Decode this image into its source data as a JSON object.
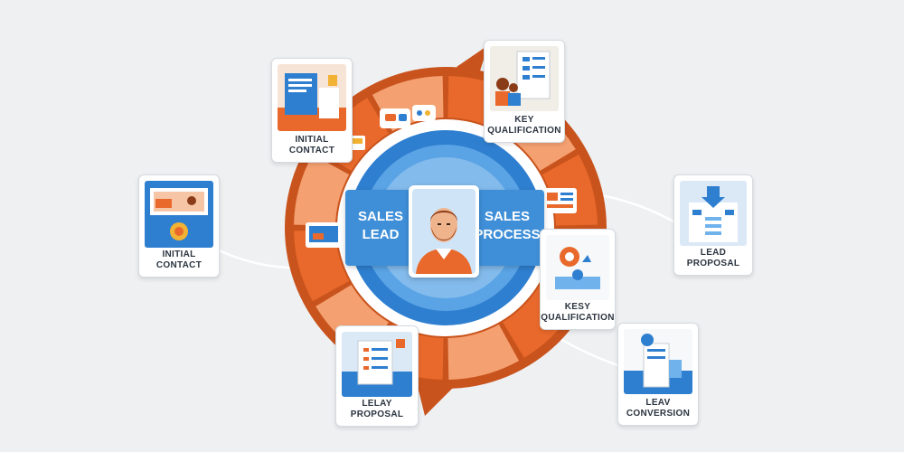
{
  "center": {
    "left_line1": "SALES",
    "left_line2": "LEAD",
    "right_line1": "SALES",
    "right_line2": "PROCESS"
  },
  "cards": {
    "top_left": {
      "line1": "INITIAL",
      "line2": "CONTACT"
    },
    "top": {
      "line1": "KEY",
      "line2": "QUALIFICATION"
    },
    "left": {
      "line1": "INITIAL",
      "line2": "CONTACT"
    },
    "right_mid": {
      "line1": "KESY",
      "line2": "QUALIFICATION"
    },
    "right_top": {
      "line1": "LEAD",
      "line2": "PROPOSAL"
    },
    "bottom": {
      "line1": "LELAY",
      "line2": "PROPOSAL"
    },
    "bottom_right": {
      "line1": "LEAV",
      "line2": "CONVERSION"
    }
  },
  "colors": {
    "background": "#eef0f2",
    "orange": "#e8692b",
    "orange_light": "#f4a071",
    "blue": "#2f7fd0",
    "blue_light": "#6fb2ec",
    "white": "#ffffff"
  }
}
